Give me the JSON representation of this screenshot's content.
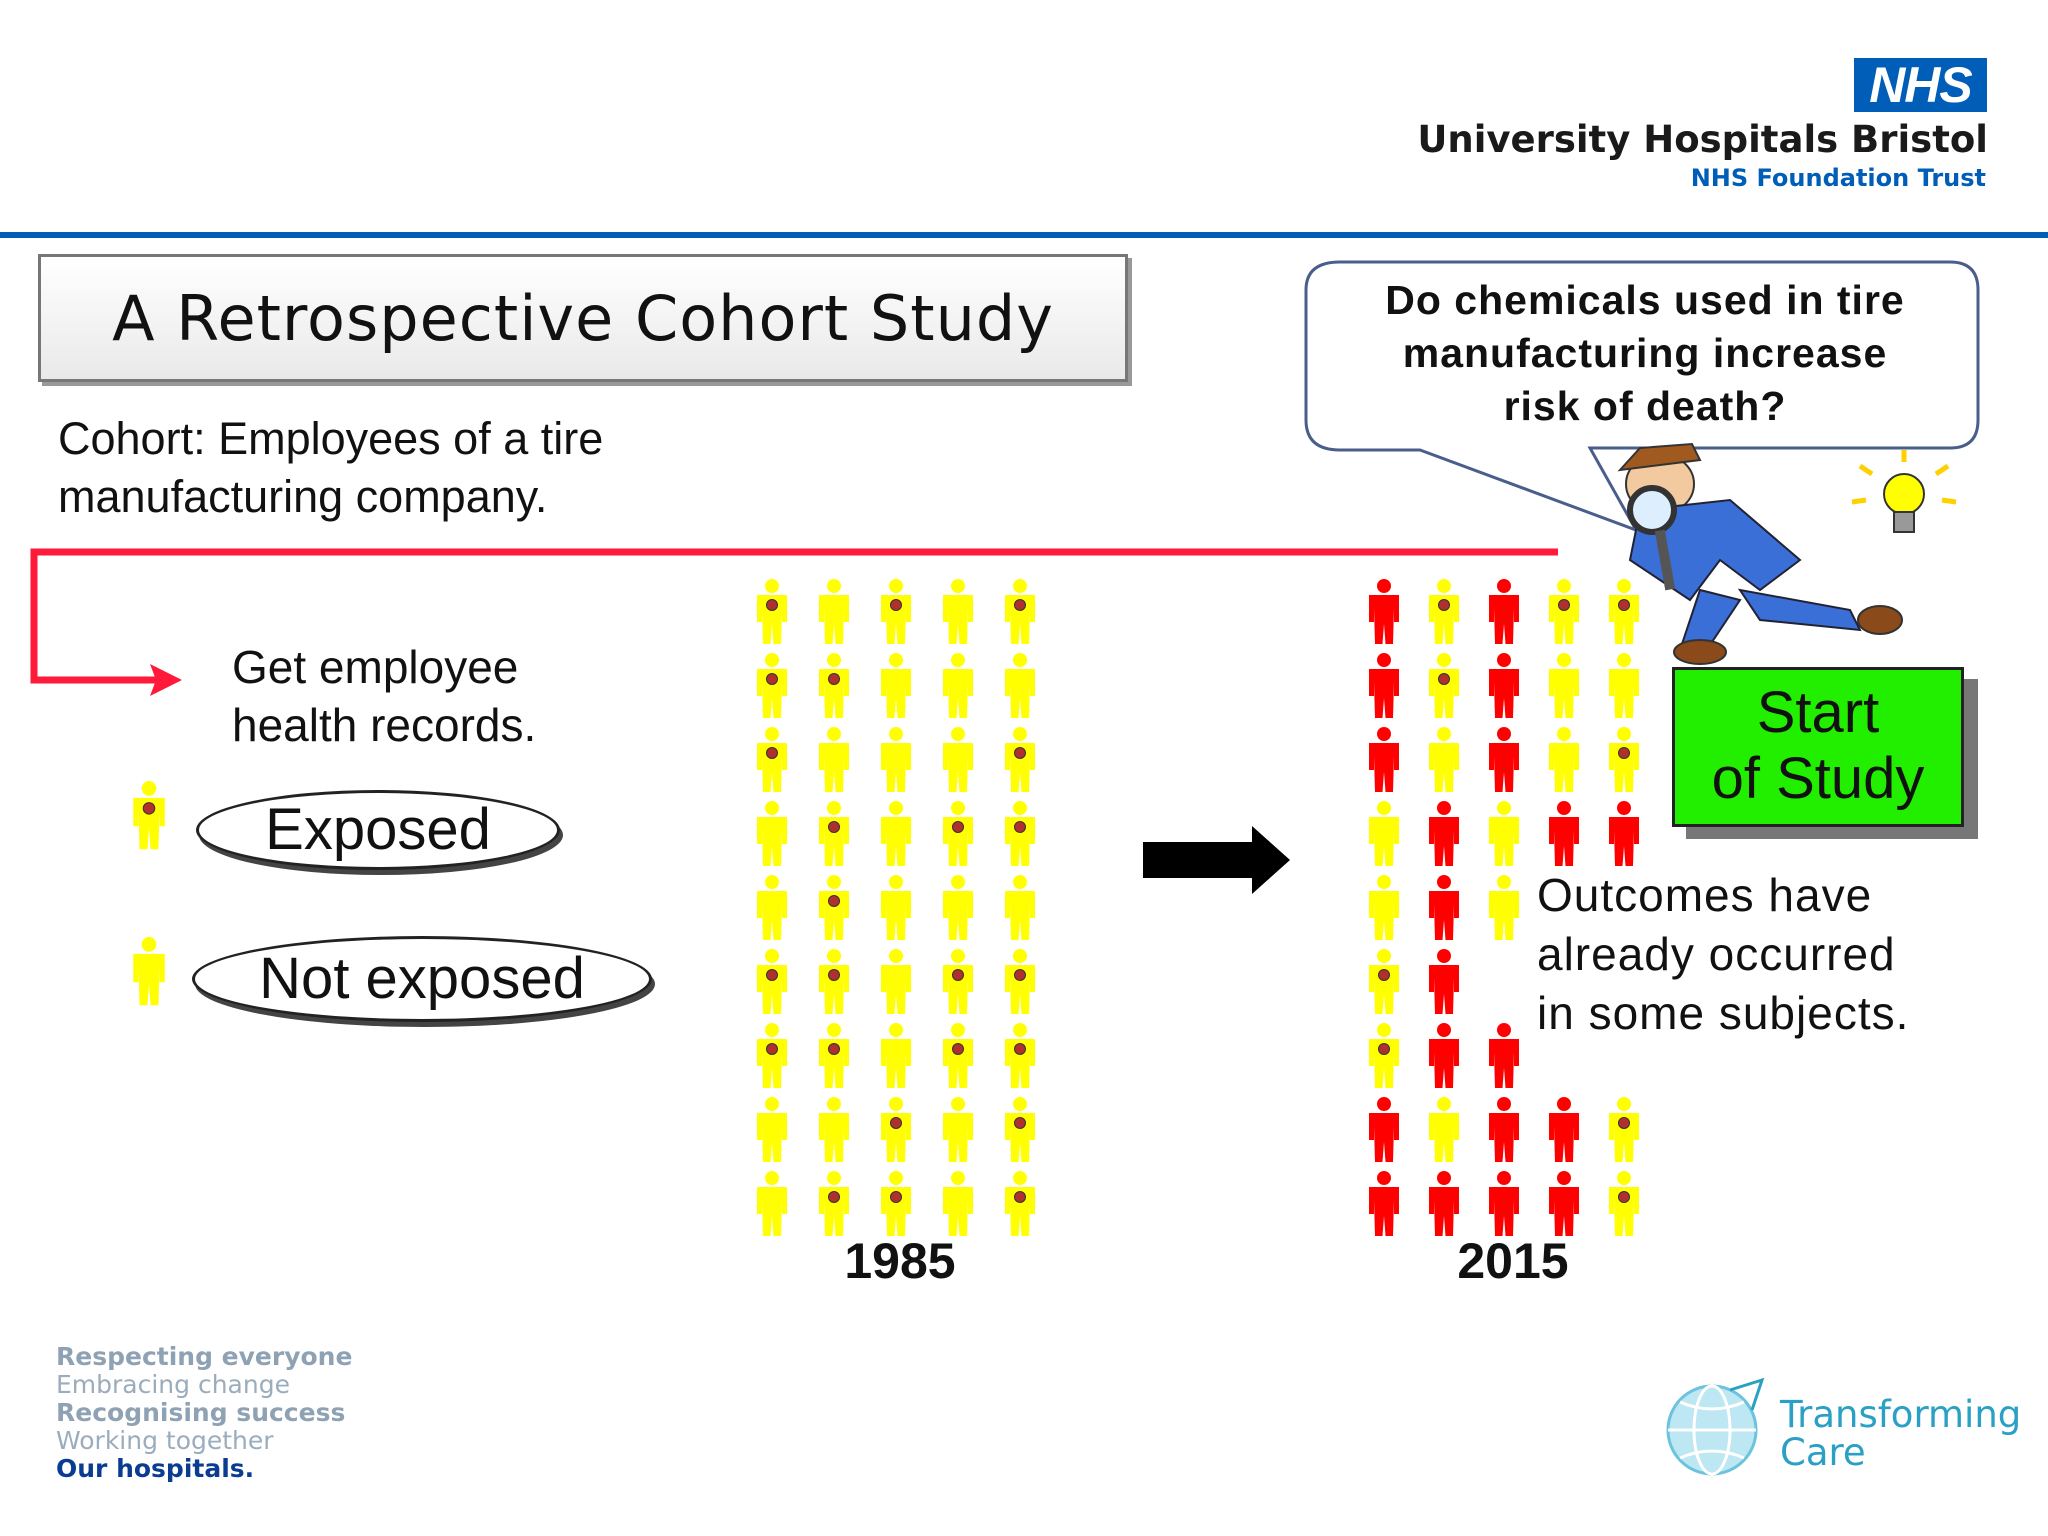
{
  "header": {
    "logo_text": "NHS",
    "org_name": "University Hospitals Bristol",
    "org_sub": "NHS Foundation Trust"
  },
  "slide": {
    "title": "A Retrospective Cohort Study",
    "cohort_line1": "Cohort: Employees of a tire",
    "cohort_line2": "manufacturing company.",
    "records_line1": "Get employee",
    "records_line2": "health records.",
    "exposed_label": "Exposed",
    "not_exposed_label": "Not exposed",
    "question_line1": "Do chemicals used in tire",
    "question_line2": "manufacturing increase",
    "question_line3": "risk of death?",
    "start_line1": "Start",
    "start_line2": "of Study",
    "outcomes_line1": "Outcomes have",
    "outcomes_line2": "already occurred",
    "outcomes_line3": "in some subjects.",
    "year_before": "1985",
    "year_after": "2015"
  },
  "figures": {
    "grid_1985": [
      "EYEYE",
      "EEYYY",
      "EYYYE",
      "YEYEE",
      "YEYYY",
      "EEYEE",
      "EEYEE",
      "YYEYE",
      "YEEYE"
    ],
    "grid_2015": [
      "REREE",
      "RERYY",
      "RYRYE",
      "YRYRR",
      "YRY",
      "ER",
      "ERR",
      "RYRRE",
      "RRRRE"
    ],
    "colors": {
      "yellow": "#ffff00",
      "red": "#ff0000",
      "dot": "#b03030"
    }
  },
  "footer": {
    "values": [
      "Respecting everyone",
      "Embracing change",
      "Recognising success",
      "Working together",
      "Our hospitals."
    ],
    "transforming_line1": "Transforming",
    "transforming_line2": "Care"
  },
  "colors": {
    "nhs_blue": "#005eb8",
    "timeline_red": "#ff1a3a",
    "start_green": "#22ee00"
  }
}
